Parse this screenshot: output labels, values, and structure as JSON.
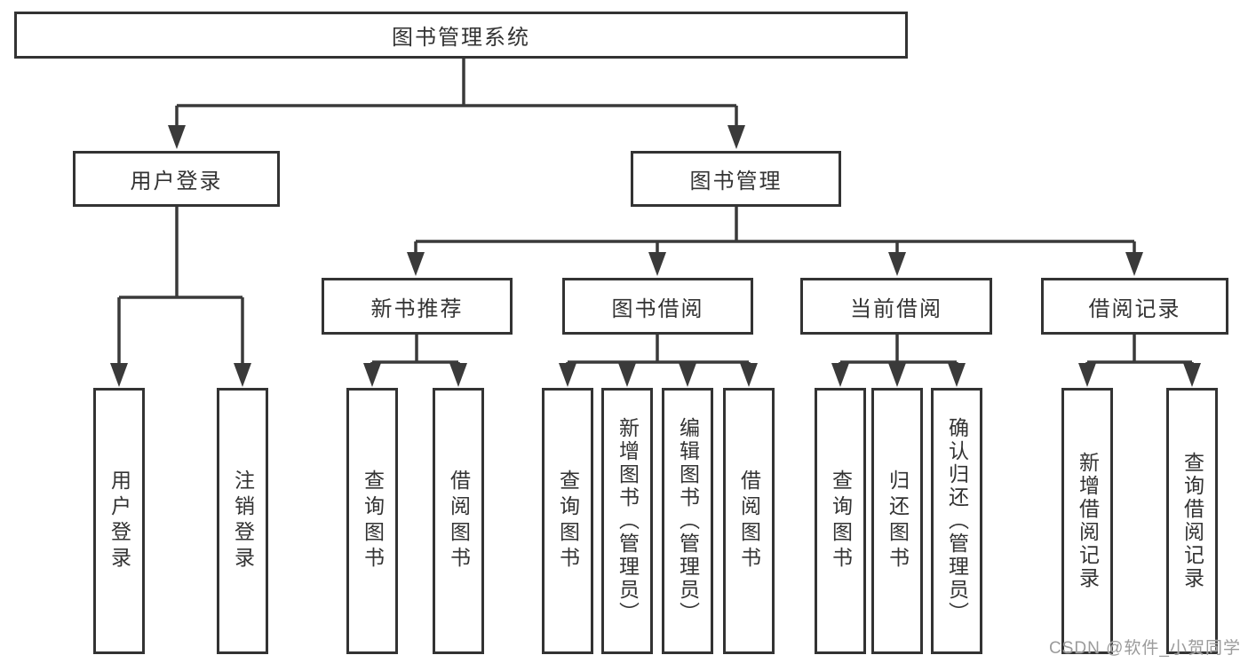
{
  "tree": {
    "root": "图书管理系统",
    "branches": [
      {
        "label": "用户登录",
        "children": [
          "用户登录",
          "注销登录"
        ]
      },
      {
        "label": "图书管理",
        "groups": [
          {
            "label": "新书推荐",
            "children": [
              "查询图书",
              "借阅图书"
            ]
          },
          {
            "label": "图书借阅",
            "children": [
              "查询图书",
              "新增图书（管理员）",
              "编辑图书（管理员）",
              "借阅图书"
            ]
          },
          {
            "label": "当前借阅",
            "children": [
              "查询图书",
              "归还图书",
              "确认归还（管理员）"
            ]
          },
          {
            "label": "借阅记录",
            "children": [
              "新增借阅记录",
              "查询借阅记录"
            ]
          }
        ]
      }
    ]
  },
  "watermark": "CSDN @软件_小贺同学",
  "colors": {
    "line": "#3a3a3a",
    "border": "#333333",
    "text": "#333333",
    "background": "#ffffff",
    "watermark": "#9b9b9b"
  }
}
